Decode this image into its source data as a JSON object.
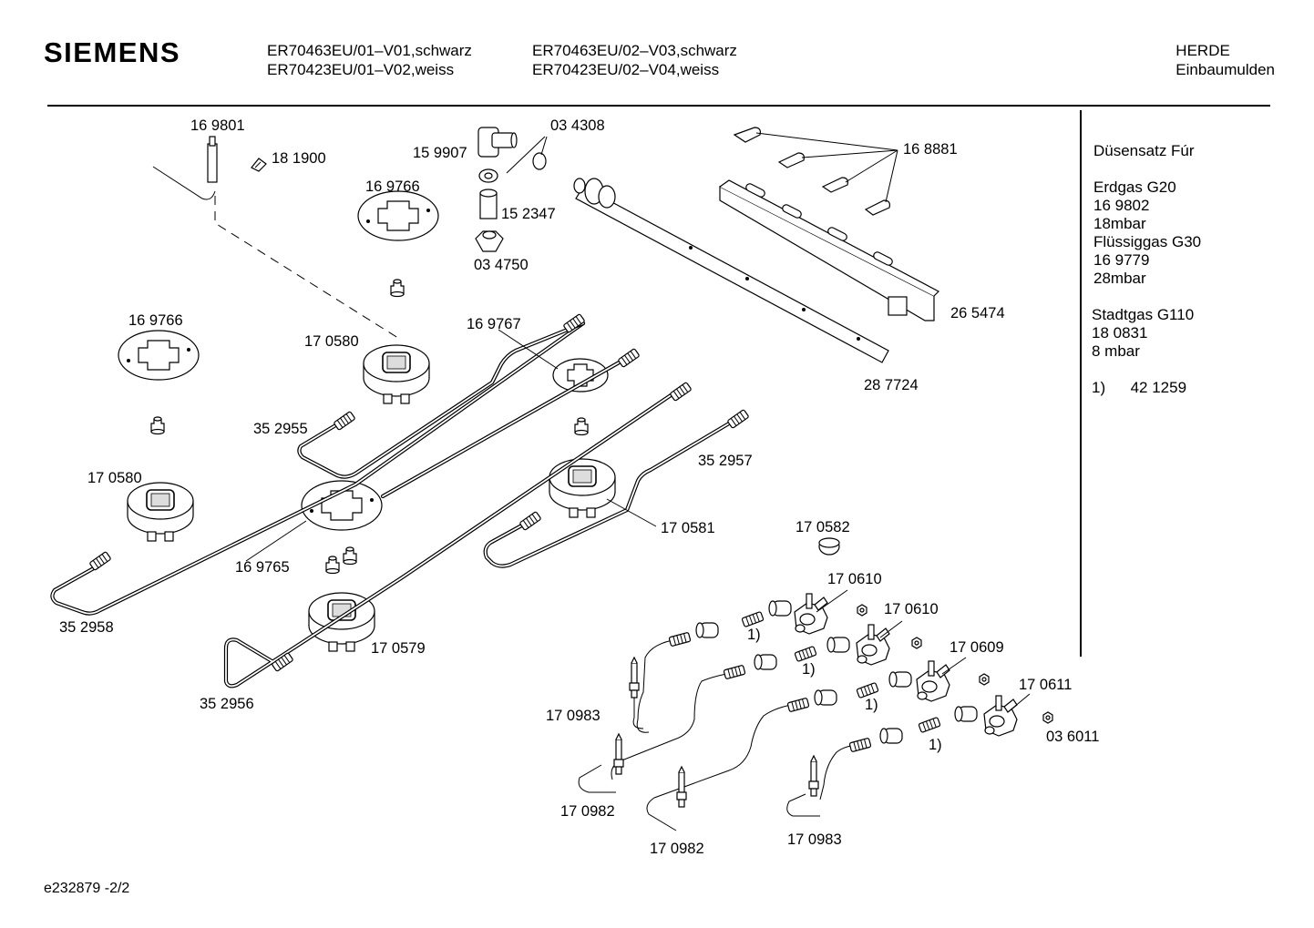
{
  "header": {
    "brand": "SIEMENS",
    "models_left": [
      "ER70463EU/01–V01,schwarz",
      "ER70423EU/01–V02,weiss"
    ],
    "models_right": [
      "ER70463EU/02–V03,schwarz",
      "ER70423EU/02–V04,weiss"
    ],
    "category": [
      "HERDE",
      "Einbaumulden"
    ]
  },
  "legend": {
    "title": "Düsensatz Fúr",
    "erdgas_label": "Erdgas G20",
    "erdgas_part": "16 9802",
    "erdgas_pressure": "18mbar",
    "fluessig_label": "Flüssiggas G30",
    "fluessig_part": "16 9779",
    "fluessig_pressure": "28mbar",
    "stadtgas_label": "Stadtgas G110",
    "stadtgas_part": "18 0831",
    "stadtgas_pressure": "8 mbar",
    "note_marker": "1)",
    "note_part": "42 1259"
  },
  "parts": {
    "p169801": "16 9801",
    "p181900": "18 1900",
    "p159907": "15 9907",
    "p034308": "03 4308",
    "p168881": "16 8881",
    "p169766a": "16 9766",
    "p152347": "15 2347",
    "p034750": "03 4750",
    "p265474": "26 5474",
    "p169766b": "16 9766",
    "p170580a": "17 0580",
    "p169767": "16 9767",
    "p287724": "28 7724",
    "p352955": "35 2955",
    "p170580b": "17 0580",
    "p352957": "35 2957",
    "p170581": "17 0581",
    "p170582": "17 0582",
    "p169765": "16 9765",
    "p170610a": "17 0610",
    "p170610b": "17 0610",
    "p352958": "35 2958",
    "p170579": "17 0579",
    "p170609": "17 0609",
    "p352956": "35 2956",
    "p170611": "17 0611",
    "p170983a": "17 0983",
    "p036011": "03 6011",
    "p170982a": "17 0982",
    "p170982b": "17 0982",
    "p170983b": "17 0983",
    "note1a": "1)",
    "note1b": "1)",
    "note1c": "1)",
    "note1d": "1)"
  },
  "footer": {
    "code": "e232879  -2/2"
  }
}
